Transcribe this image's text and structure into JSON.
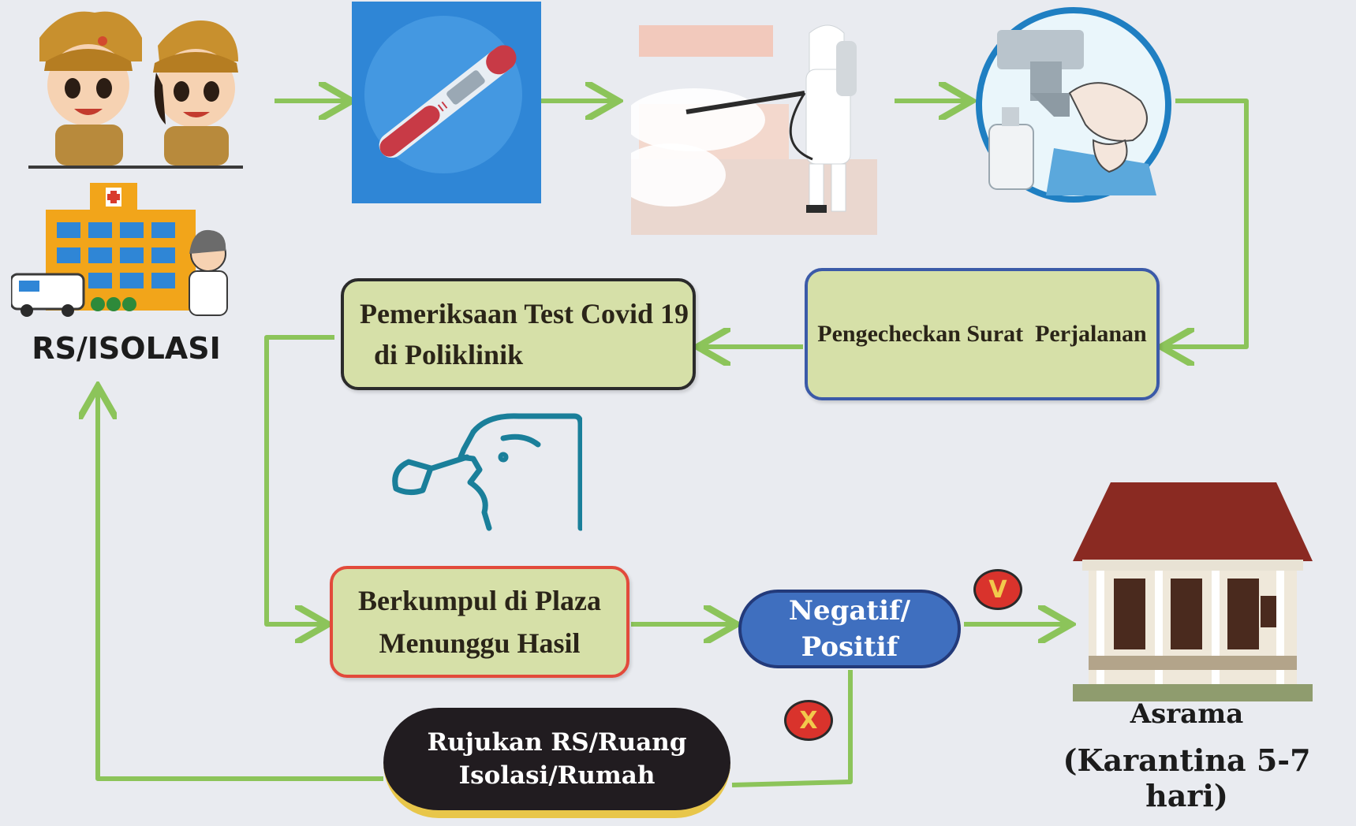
{
  "colors": {
    "arrow": "#8cc45a",
    "box_fill": "#d6e0a8",
    "result_fill": "#3f6fbf",
    "referral_fill": "#211c20",
    "badge_fill": "#d9332c"
  },
  "labels": {
    "rs_isolasi": "RS/ISOLASI",
    "asrama": "Asrama",
    "karantina": "(Karantina 5-7 hari)"
  },
  "steps": {
    "covid_test": {
      "line1": "Pemeriksaan Test Covid 19",
      "line2": "di Poliklinik"
    },
    "surat": {
      "text": "Pengecheckan Surat  Perjalanan"
    },
    "plaza": {
      "line1": "Berkumpul di Plaza",
      "line2": "Menunggu Hasil"
    },
    "result": {
      "line1": "Negatif/",
      "line2": "Positif"
    },
    "referral": {
      "line1": "Rujukan RS/Ruang",
      "line2": "Isolasi/Rumah"
    }
  },
  "badges": {
    "negative": "V",
    "positive": "X"
  },
  "icons": {
    "people": "soldier-children-icon",
    "thermometer": "thermometer-icon",
    "spray": "disinfection-spray-icon",
    "handwash": "handwash-icon",
    "hospital": "hospital-icon",
    "swab": "nasal-swab-icon",
    "house": "dormitory-house-icon"
  }
}
